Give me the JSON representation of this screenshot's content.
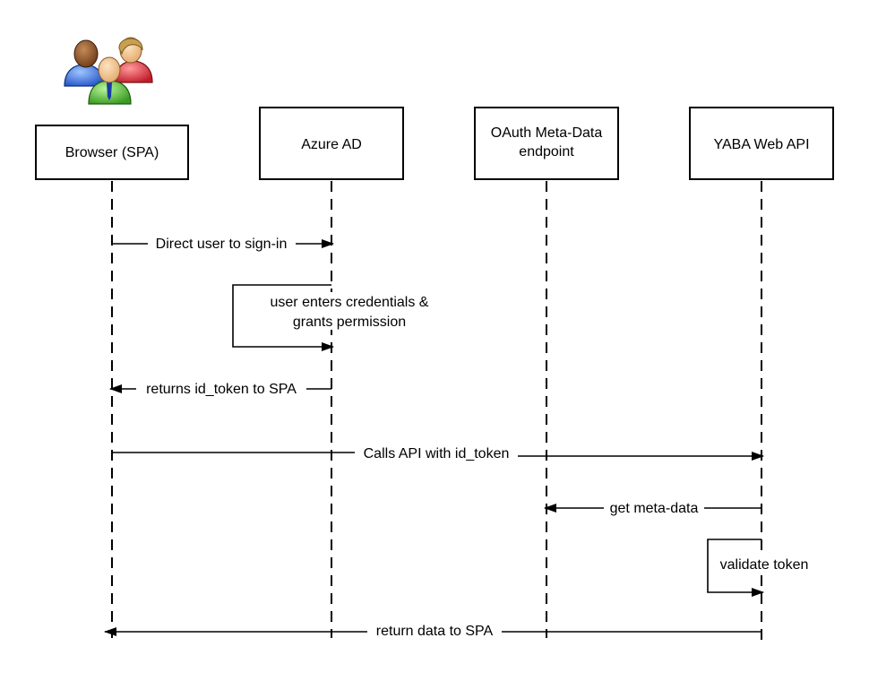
{
  "participants": [
    {
      "id": "browser",
      "lines": [
        "Browser (SPA)"
      ]
    },
    {
      "id": "azure",
      "lines": [
        "Azure AD"
      ]
    },
    {
      "id": "oauth",
      "lines": [
        "OAuth Meta-Data",
        "endpoint"
      ]
    },
    {
      "id": "yaba",
      "lines": [
        "YABA Web API"
      ]
    }
  ],
  "messages": [
    {
      "id": "direct-user-sign-in",
      "from": "browser",
      "to": "azure",
      "lines": [
        "Direct user to sign-in"
      ]
    },
    {
      "id": "user-enters-credentials",
      "self": "azure",
      "lines": [
        "user enters credentials &",
        "grants permission"
      ]
    },
    {
      "id": "returns-id-token",
      "from": "azure",
      "to": "browser",
      "lines": [
        "returns id_token to SPA"
      ]
    },
    {
      "id": "calls-api",
      "from": "browser",
      "to": "yaba",
      "lines": [
        "Calls API with id_token"
      ]
    },
    {
      "id": "get-meta-data",
      "from": "yaba",
      "to": "oauth",
      "lines": [
        "get meta-data"
      ]
    },
    {
      "id": "validate-token",
      "self": "yaba",
      "lines": [
        "validate token"
      ]
    },
    {
      "id": "return-data",
      "from": "yaba",
      "to": "browser",
      "lines": [
        "return data to SPA"
      ]
    }
  ],
  "users_icon": "users-group-icon"
}
